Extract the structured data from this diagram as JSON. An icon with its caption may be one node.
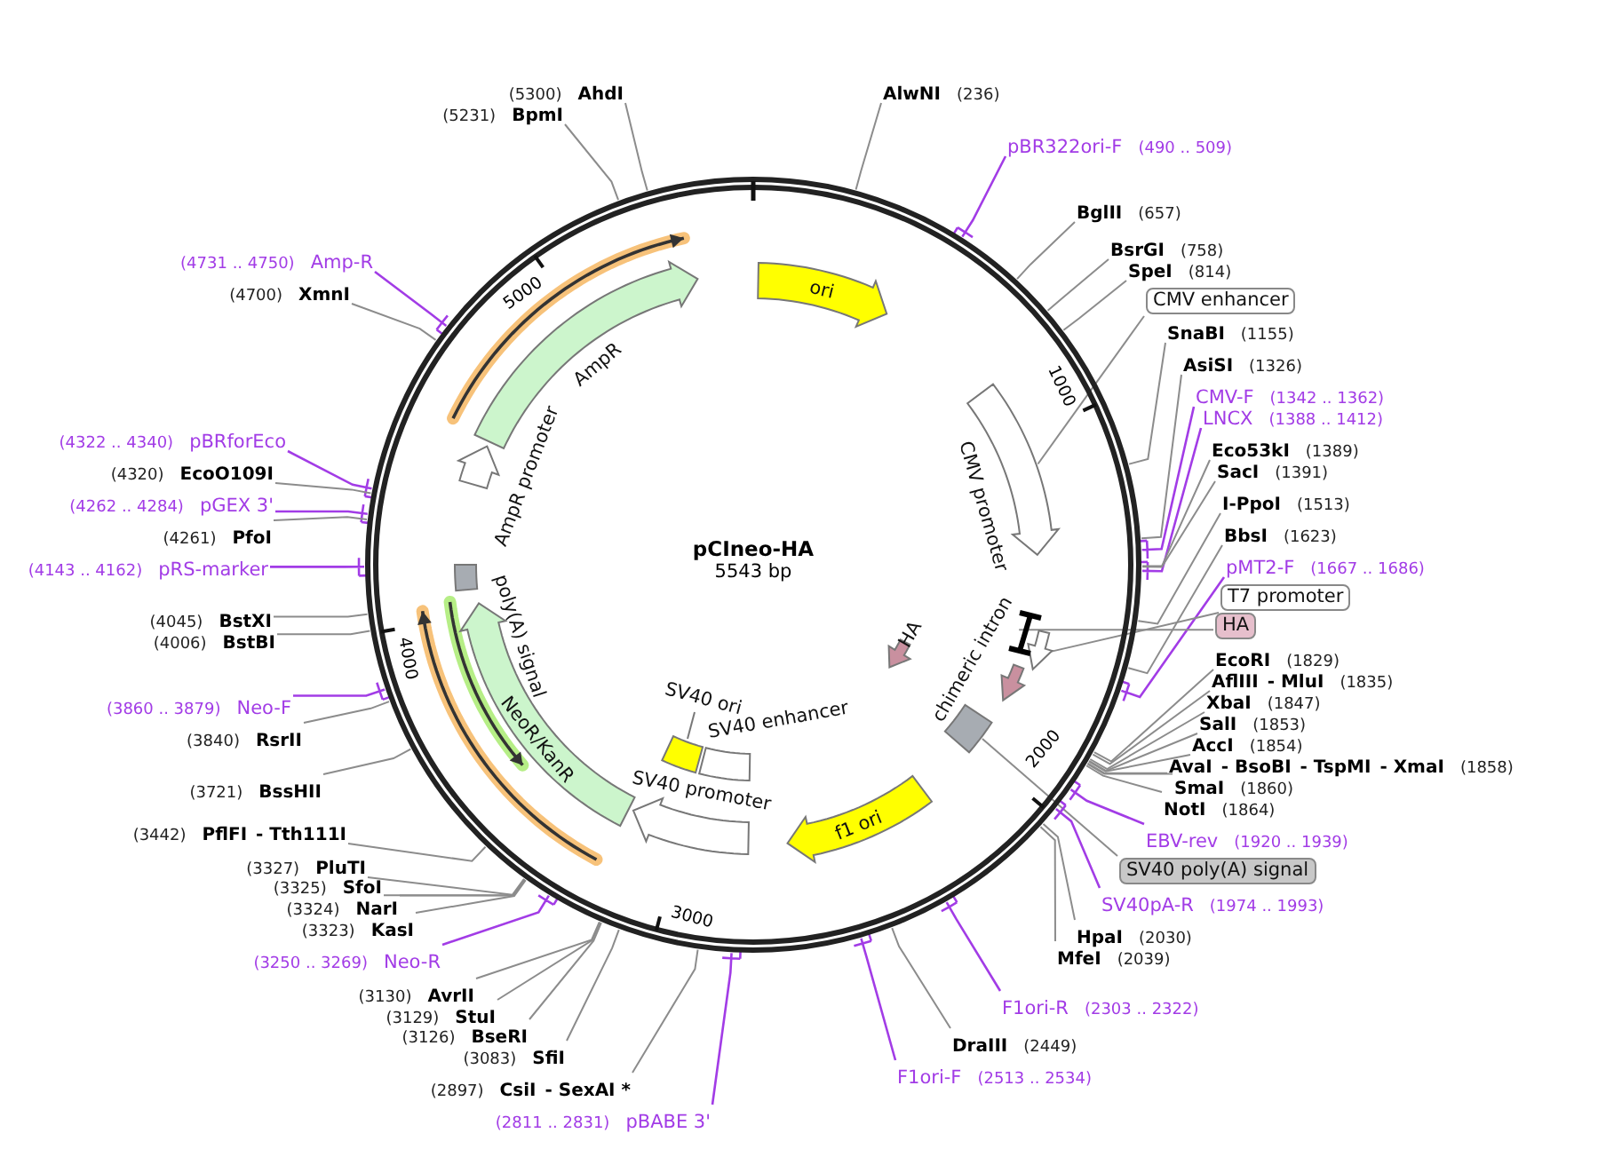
{
  "diagram": {
    "title": "pCIneo-HA",
    "nodes": [
      {
        "text": [
          "AlwNI",
          "(236)"
        ]
      },
      {
        "text": [
          "pBR322ori-F",
          "(490 .. 509)"
        ]
      },
      {
        "text": [
          "BglII",
          "(657)"
        ]
      },
      {
        "text": [
          "BsrGI",
          "(758)"
        ]
      },
      {
        "text": [
          "SpeI",
          "(814)"
        ]
      },
      {
        "text": [
          "CMV enhancer"
        ]
      },
      {
        "text": [
          "SnaBI",
          "(1155)"
        ]
      },
      {
        "text": [
          "AsiSI",
          "(1326)"
        ]
      },
      {
        "text": [
          "CMV-F",
          "(1342 .. 1362)"
        ]
      },
      {
        "text": [
          "LNCX",
          "(1388 .. 1412)"
        ]
      },
      {
        "text": [
          "Eco53kI",
          "(1389)"
        ]
      },
      {
        "text": [
          "SacI",
          "(1391)"
        ]
      },
      {
        "text": [
          "I-PpoI",
          "(1513)"
        ]
      },
      {
        "text": [
          "BbsI",
          "(1623)"
        ]
      },
      {
        "text": [
          "pMT2-F",
          "(1667 .. 1686)"
        ]
      },
      {
        "text": [
          "T7 promoter"
        ]
      },
      {
        "text": [
          "HA"
        ]
      },
      {
        "text": [
          "EcoRI",
          "(1829)"
        ]
      },
      {
        "text": [
          "AflIII",
          "- MluI",
          "(1835)"
        ]
      },
      {
        "text": [
          "XbaI",
          "(1847)"
        ]
      },
      {
        "text": [
          "SalI",
          "(1853)"
        ]
      },
      {
        "text": [
          "AccI",
          "(1854)"
        ]
      },
      {
        "text": [
          "AvaI",
          "- BsoBI",
          "- TspMI",
          "- XmaI",
          "(1858)"
        ]
      },
      {
        "text": [
          "SmaI",
          "(1860)"
        ]
      },
      {
        "text": [
          "NotI",
          "(1864)"
        ]
      },
      {
        "text": [
          "EBV-rev",
          "(1920 .. 1939)"
        ]
      },
      {
        "text": [
          "SV40 poly(A) signal"
        ]
      },
      {
        "text": [
          "SV40pA-R",
          "(1974 .. 1993)"
        ]
      },
      {
        "text": [
          "HpaI",
          "(2030)"
        ]
      },
      {
        "text": [
          "MfeI",
          "(2039)"
        ]
      },
      {
        "text": [
          "F1ori-R",
          "(2303 .. 2322)"
        ]
      },
      {
        "text": [
          "DraIII",
          "(2449)"
        ]
      },
      {
        "text": [
          "F1ori-F",
          "(2513 .. 2534)"
        ]
      },
      {
        "text": [
          "(5300)",
          "AhdI"
        ]
      },
      {
        "text": [
          "(5231)",
          "BpmI"
        ]
      },
      {
        "text": [
          "(4731 .. 4750)",
          "Amp-R"
        ]
      },
      {
        "text": [
          "(4700)",
          "XmnI"
        ]
      },
      {
        "text": [
          "(4322 .. 4340)",
          "pBRforEco"
        ]
      },
      {
        "text": [
          "(4320)",
          "EcoO109I"
        ]
      },
      {
        "text": [
          "(4262 .. 4284)",
          "pGEX 3'"
        ]
      },
      {
        "text": [
          "(4261)",
          "PfoI"
        ]
      },
      {
        "text": [
          "(4143 .. 4162)",
          "pRS-marker"
        ]
      },
      {
        "text": [
          "(4045)",
          "BstXI"
        ]
      },
      {
        "text": [
          "(4006)",
          "BstBI"
        ]
      },
      {
        "text": [
          "(3860 .. 3879)",
          "Neo-F"
        ]
      },
      {
        "text": [
          "(3840)",
          "RsrII"
        ]
      },
      {
        "text": [
          "(3721)",
          "BssHII"
        ]
      },
      {
        "text": [
          "(3442)",
          "PflFI",
          "- Tth111I"
        ]
      },
      {
        "text": [
          "(3327)",
          "PluTI"
        ]
      },
      {
        "text": [
          "(3325)",
          "SfoI"
        ]
      },
      {
        "text": [
          "(3324)",
          "NarI"
        ]
      },
      {
        "text": [
          "(3323)",
          "KasI"
        ]
      },
      {
        "text": [
          "(3250 .. 3269)",
          "Neo-R"
        ]
      },
      {
        "text": [
          "(3130)",
          "AvrII"
        ]
      },
      {
        "text": [
          "(3129)",
          "StuI"
        ]
      },
      {
        "text": [
          "(3126)",
          "BseRI"
        ]
      },
      {
        "text": [
          "(3083)",
          "SfiI"
        ]
      },
      {
        "text": [
          "(2897)",
          "CsiI",
          "- SexAI *"
        ]
      },
      {
        "text": [
          "(2811 .. 2831)",
          "pBABE 3'"
        ]
      },
      {
        "text": [
          "ori"
        ]
      },
      {
        "text": [
          "CMV promoter"
        ]
      },
      {
        "text": [
          "HA"
        ]
      },
      {
        "text": [
          "chimeric intron"
        ]
      },
      {
        "text": [
          "f1 ori"
        ]
      },
      {
        "text": [
          "SV40 promoter"
        ]
      },
      {
        "text": [
          "SV40 enhancer"
        ]
      },
      {
        "text": [
          "SV40 ori"
        ]
      },
      {
        "text": [
          "NeoR/KanR"
        ]
      },
      {
        "text": [
          "poly(A) signal"
        ]
      },
      {
        "text": [
          "AmpR promoter"
        ]
      },
      {
        "text": [
          "AmpR"
        ]
      },
      {
        "text": [],
        "shape": "box"
      },
      {
        "text": [],
        "shape": "arrow",
        "in": 62
      }
    ],
    "edges": [
      {
        "from": 0,
        "to": null,
        "arrow": "none"
      },
      {
        "from": 1,
        "to": null,
        "arrow": "none",
        "color": "#a23ce6"
      },
      {
        "from": 2,
        "to": null,
        "arrow": "none"
      },
      {
        "from": 3,
        "to": null,
        "arrow": "none"
      },
      {
        "from": 4,
        "to": null,
        "arrow": "none"
      },
      {
        "from": 5,
        "to": 60,
        "arrow": "none"
      },
      {
        "from": 6,
        "to": null,
        "arrow": "none"
      },
      {
        "from": 7,
        "to": null,
        "arrow": "none"
      },
      {
        "from": 8,
        "to": null,
        "arrow": "none",
        "color": "#a23ce6"
      },
      {
        "from": 9,
        "to": null,
        "arrow": "none",
        "color": "#a23ce6"
      },
      {
        "from": 10,
        "to": null,
        "arrow": "none"
      },
      {
        "from": 11,
        "to": null,
        "arrow": "none"
      },
      {
        "from": 12,
        "to": null,
        "arrow": "none"
      },
      {
        "from": 13,
        "to": null,
        "arrow": "none"
      },
      {
        "from": 14,
        "to": null,
        "arrow": "none",
        "color": "#a23ce6"
      },
      {
        "from": 15,
        "to": 62,
        "arrow": "none"
      },
      {
        "from": 16,
        "to": 72,
        "arrow": "none"
      },
      {
        "from": 17,
        "to": null,
        "arrow": "none"
      },
      {
        "from": 18,
        "to": null,
        "arrow": "none"
      },
      {
        "from": 19,
        "to": null,
        "arrow": "none"
      },
      {
        "from": 20,
        "to": null,
        "arrow": "none"
      },
      {
        "from": 21,
        "to": null,
        "arrow": "none"
      },
      {
        "from": 22,
        "to": null,
        "arrow": "none"
      },
      {
        "from": 23,
        "to": null,
        "arrow": "none"
      },
      {
        "from": 24,
        "to": null,
        "arrow": "none"
      },
      {
        "from": 25,
        "to": null,
        "arrow": "none",
        "color": "#a23ce6"
      },
      {
        "from": 26,
        "to": 71,
        "arrow": "none"
      },
      {
        "from": 27,
        "to": null,
        "arrow": "none",
        "color": "#a23ce6"
      },
      {
        "from": 28,
        "to": null,
        "arrow": "none"
      },
      {
        "from": 29,
        "to": null,
        "arrow": "none"
      },
      {
        "from": 30,
        "to": null,
        "arrow": "none",
        "color": "#a23ce6"
      },
      {
        "from": 31,
        "to": null,
        "arrow": "none"
      },
      {
        "from": 32,
        "to": null,
        "arrow": "none",
        "color": "#a23ce6"
      },
      {
        "from": 33,
        "to": null,
        "arrow": "none"
      },
      {
        "from": 34,
        "to": null,
        "arrow": "none"
      },
      {
        "from": 35,
        "to": null,
        "arrow": "none",
        "color": "#a23ce6"
      },
      {
        "from": 36,
        "to": null,
        "arrow": "none"
      },
      {
        "from": 37,
        "to": null,
        "arrow": "none",
        "color": "#a23ce6"
      },
      {
        "from": 38,
        "to": null,
        "arrow": "none"
      },
      {
        "from": 39,
        "to": null,
        "arrow": "none",
        "color": "#a23ce6"
      },
      {
        "from": 40,
        "to": null,
        "arrow": "none"
      },
      {
        "from": 41,
        "to": null,
        "arrow": "none",
        "color": "#a23ce6"
      },
      {
        "from": 42,
        "to": null,
        "arrow": "none"
      },
      {
        "from": 43,
        "to": null,
        "arrow": "none"
      },
      {
        "from": 44,
        "to": null,
        "arrow": "none",
        "color": "#a23ce6"
      },
      {
        "from": 45,
        "to": null,
        "arrow": "none"
      },
      {
        "from": 46,
        "to": null,
        "arrow": "none"
      },
      {
        "from": 47,
        "to": null,
        "arrow": "none"
      },
      {
        "from": 48,
        "to": null,
        "arrow": "none"
      },
      {
        "from": 49,
        "to": null,
        "arrow": "none"
      },
      {
        "from": 50,
        "to": null,
        "arrow": "none"
      },
      {
        "from": 51,
        "to": null,
        "arrow": "none"
      },
      {
        "from": 52,
        "to": null,
        "arrow": "none",
        "color": "#a23ce6"
      },
      {
        "from": 53,
        "to": null,
        "arrow": "none"
      },
      {
        "from": 54,
        "to": null,
        "arrow": "none"
      },
      {
        "from": 55,
        "to": null,
        "arrow": "none"
      },
      {
        "from": 56,
        "to": null,
        "arrow": "none"
      },
      {
        "from": 57,
        "to": null,
        "arrow": "none"
      },
      {
        "from": 58,
        "to": null,
        "arrow": "none",
        "color": "#a23ce6"
      }
    ],
    "labels": [
      "5543 bp",
      "1000",
      "2000",
      "3000",
      "4000",
      "5000"
    ]
  }
}
